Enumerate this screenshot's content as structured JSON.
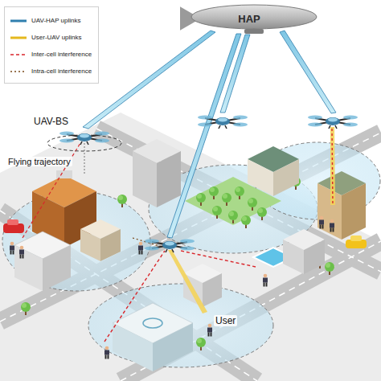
{
  "diagram": {
    "nodes": [
      {
        "text": [
          "HAP"
        ]
      }
    ],
    "labels": [
      "UAV-BS",
      "Flying trajectory",
      "User"
    ],
    "legend": [
      {
        "text": "UAV-HAP uplinks"
      },
      {
        "text": "User-UAV uplinks"
      },
      {
        "text": "Inter-cell interference"
      },
      {
        "text": "Intra-cell interference"
      }
    ]
  }
}
